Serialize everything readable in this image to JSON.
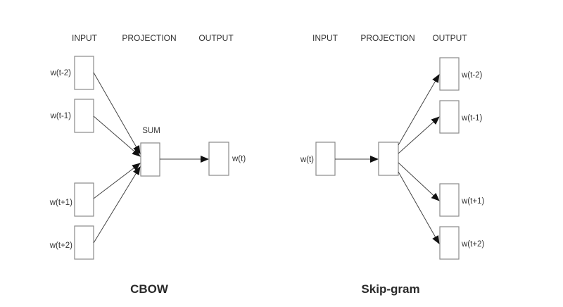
{
  "cbow": {
    "title": "CBOW",
    "headers": {
      "input": "INPUT",
      "projection": "PROJECTION",
      "output": "OUTPUT"
    },
    "inputs": [
      "w(t-2)",
      "w(t-1)",
      "w(t+1)",
      "w(t+2)"
    ],
    "projection_label": "SUM",
    "output": "w(t)"
  },
  "skipgram": {
    "title": "Skip-gram",
    "headers": {
      "input": "INPUT",
      "projection": "PROJECTION",
      "output": "OUTPUT"
    },
    "input": "w(t)",
    "outputs": [
      "w(t-2)",
      "w(t-1)",
      "w(t+1)",
      "w(t+2)"
    ]
  },
  "colors": {
    "box_stroke": "#8a8a8a",
    "edge": "#444444",
    "text": "#333333"
  }
}
